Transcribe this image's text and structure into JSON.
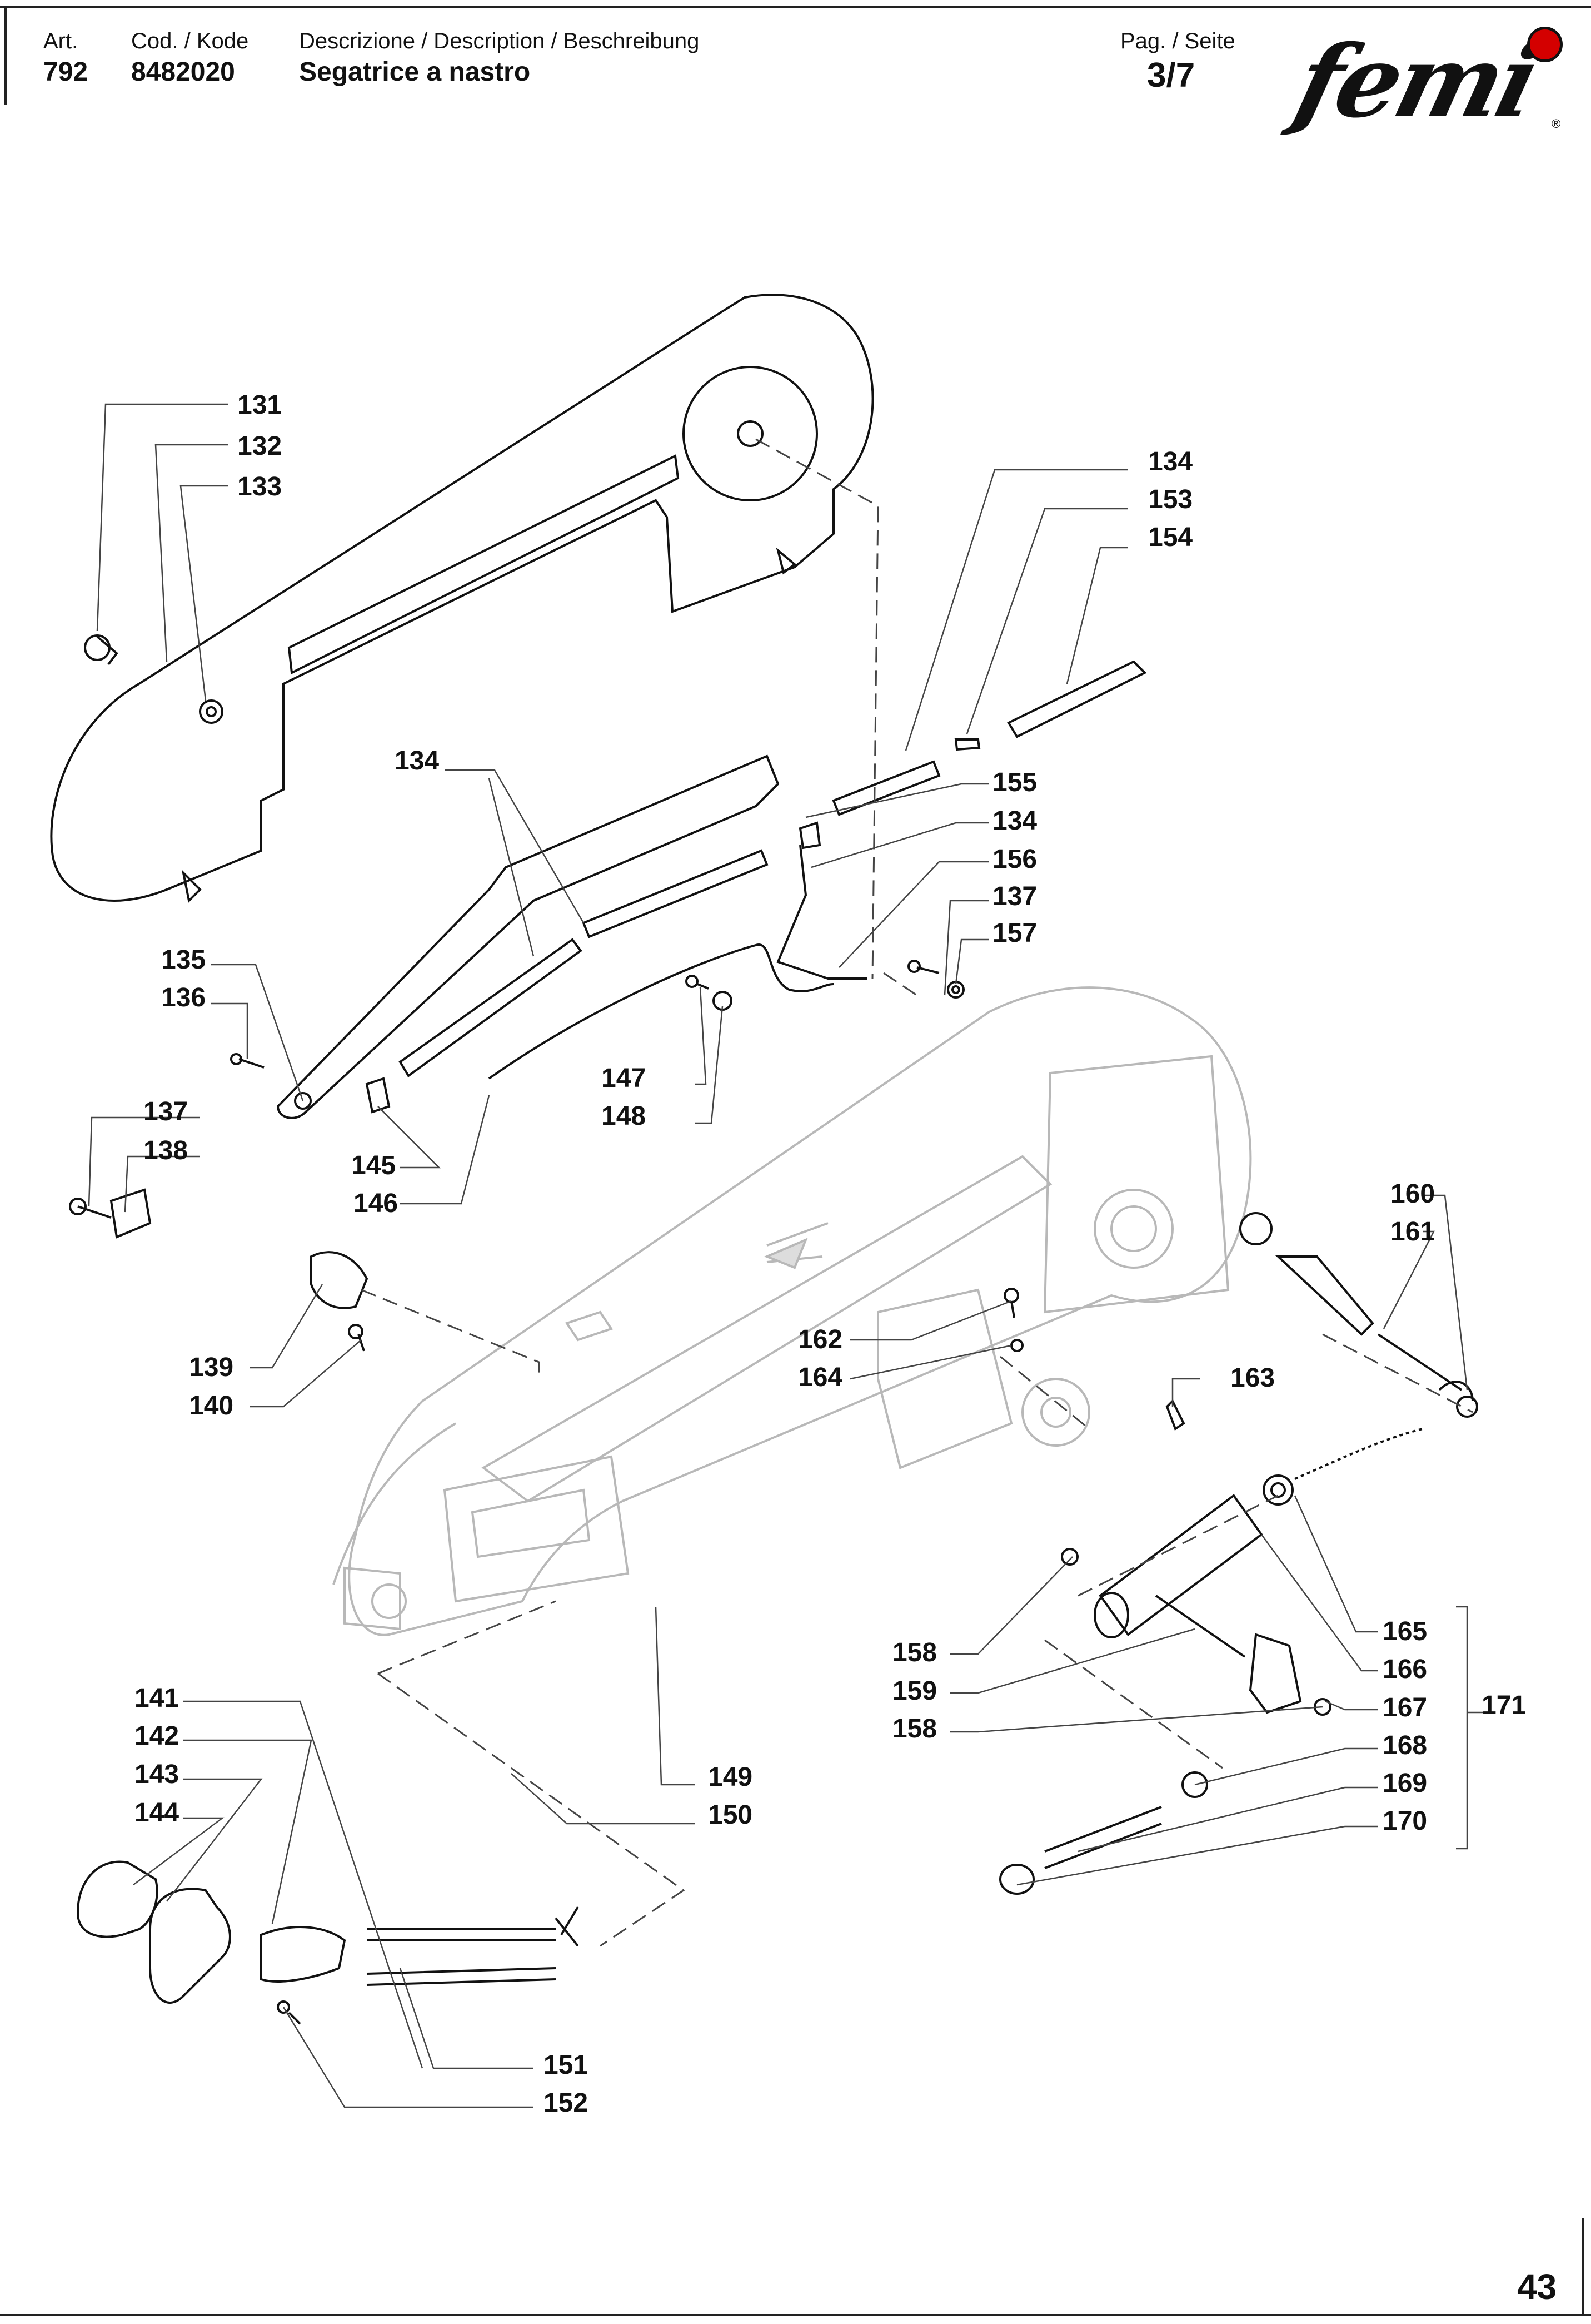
{
  "header": {
    "art_label": "Art.",
    "art_value": "792",
    "code_label": "Cod. / Kode",
    "code_value": "8482020",
    "desc_label": "Descrizione / Description / Beschreibung",
    "desc_value": "Segatrice a nastro",
    "page_label": "Pag. / Seite",
    "page_value": "3/7",
    "logo_text": "femi",
    "logo_accent_color": "#d40000"
  },
  "footer": {
    "page_number": "43"
  },
  "callouts": {
    "c131": "131",
    "c132": "132",
    "c133": "133",
    "c134a": "134",
    "c153": "153",
    "c154": "154",
    "c134b": "134",
    "c155": "155",
    "c134c": "134",
    "c156": "156",
    "c137a": "137",
    "c157": "157",
    "c135": "135",
    "c136": "136",
    "c137b": "137",
    "c138": "138",
    "c145": "145",
    "c146": "146",
    "c147": "147",
    "c148": "148",
    "c160": "160",
    "c161": "161",
    "c139": "139",
    "c140": "140",
    "c162": "162",
    "c164": "164",
    "c163": "163",
    "c165": "165",
    "c166": "166",
    "c167": "167",
    "c171": "171",
    "c168": "168",
    "c169": "169",
    "c170": "170",
    "c158a": "158",
    "c159": "159",
    "c158b": "158",
    "c141": "141",
    "c142": "142",
    "c143": "143",
    "c144": "144",
    "c149": "149",
    "c150": "150",
    "c151": "151",
    "c152": "152"
  }
}
